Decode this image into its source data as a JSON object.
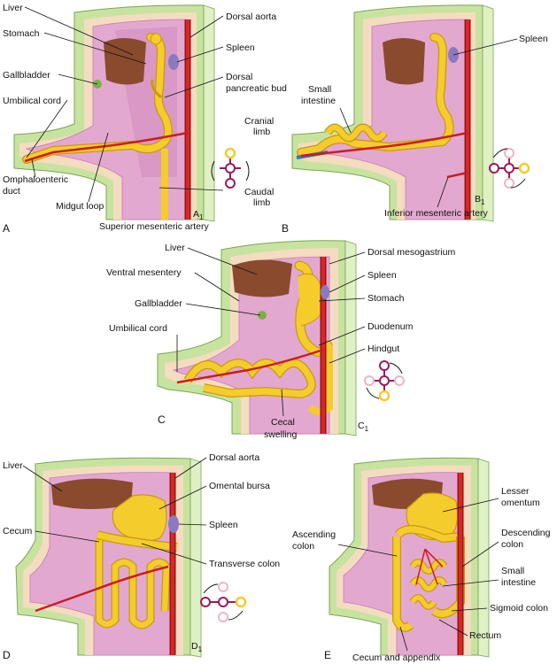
{
  "colors": {
    "body_wall": "#c8e3a0",
    "body_wall_edge": "#7aa555",
    "tan_layer": "#f3dcc0",
    "cavity": "#e3a8d0",
    "cavity_dark": "#c97ab5",
    "gut": "#f4cc2c",
    "gut_edge": "#c99a10",
    "liver": "#8a4a2e",
    "artery": "#c81e1e",
    "spleen": "#8b7ac0",
    "rotation_ring": "#9c1a5c"
  },
  "panels": {
    "A": {
      "letter": "A",
      "labels": {
        "liver": "Liver",
        "stomach": "Stomach",
        "gallbladder": "Gallbladder",
        "umbilical_cord": "Umbilical cord",
        "omphaloenteric_1": "Omphaloenteric",
        "omphaloenteric_2": "duct",
        "midgut_loop": "Midgut loop",
        "dorsal_aorta": "Dorsal aorta",
        "spleen": "Spleen",
        "dorsal_pancreatic_1": "Dorsal",
        "dorsal_pancreatic_2": "pancreatic bud",
        "cranial_1": "Cranial",
        "cranial_2": "limb",
        "caudal_1": "Caudal",
        "caudal_2": "limb",
        "sma": "Superior mesenteric artery",
        "a1": "A",
        "a1_sub": "1"
      }
    },
    "B": {
      "letter": "B",
      "labels": {
        "spleen": "Spleen",
        "small_intestine_1": "Small",
        "small_intestine_2": "intestine",
        "ima": "Inferior mesenteric artery",
        "b1": "B",
        "b1_sub": "1"
      }
    },
    "C": {
      "letter": "C",
      "labels": {
        "liver": "Liver",
        "ventral_mesentery": "Ventral mesentery",
        "gallbladder": "Gallbladder",
        "umbilical_cord": "Umbilical cord",
        "dorsal_mesogastrium": "Dorsal mesogastrium",
        "spleen": "Spleen",
        "stomach": "Stomach",
        "duodenum": "Duodenum",
        "hindgut": "Hindgut",
        "cecal_1": "Cecal",
        "cecal_2": "swelling",
        "c1": "C",
        "c1_sub": "1"
      }
    },
    "D": {
      "letter": "D",
      "labels": {
        "liver": "Liver",
        "dorsal_aorta": "Dorsal aorta",
        "omental_bursa": "Omental bursa",
        "cecum": "Cecum",
        "spleen": "Spleen",
        "transverse_colon": "Transverse colon",
        "d1": "D",
        "d1_sub": "1"
      }
    },
    "E": {
      "letter": "E",
      "labels": {
        "lesser_omentum_1": "Lesser",
        "lesser_omentum_2": "omentum",
        "ascending_1": "Ascending",
        "ascending_2": "colon",
        "descending_1": "Descending",
        "descending_2": "colon",
        "small_intestine_1": "Small",
        "small_intestine_2": "intestine",
        "sigmoid": "Sigmoid colon",
        "rectum": "Rectum",
        "cecum_appendix": "Cecum and appendix"
      }
    }
  }
}
